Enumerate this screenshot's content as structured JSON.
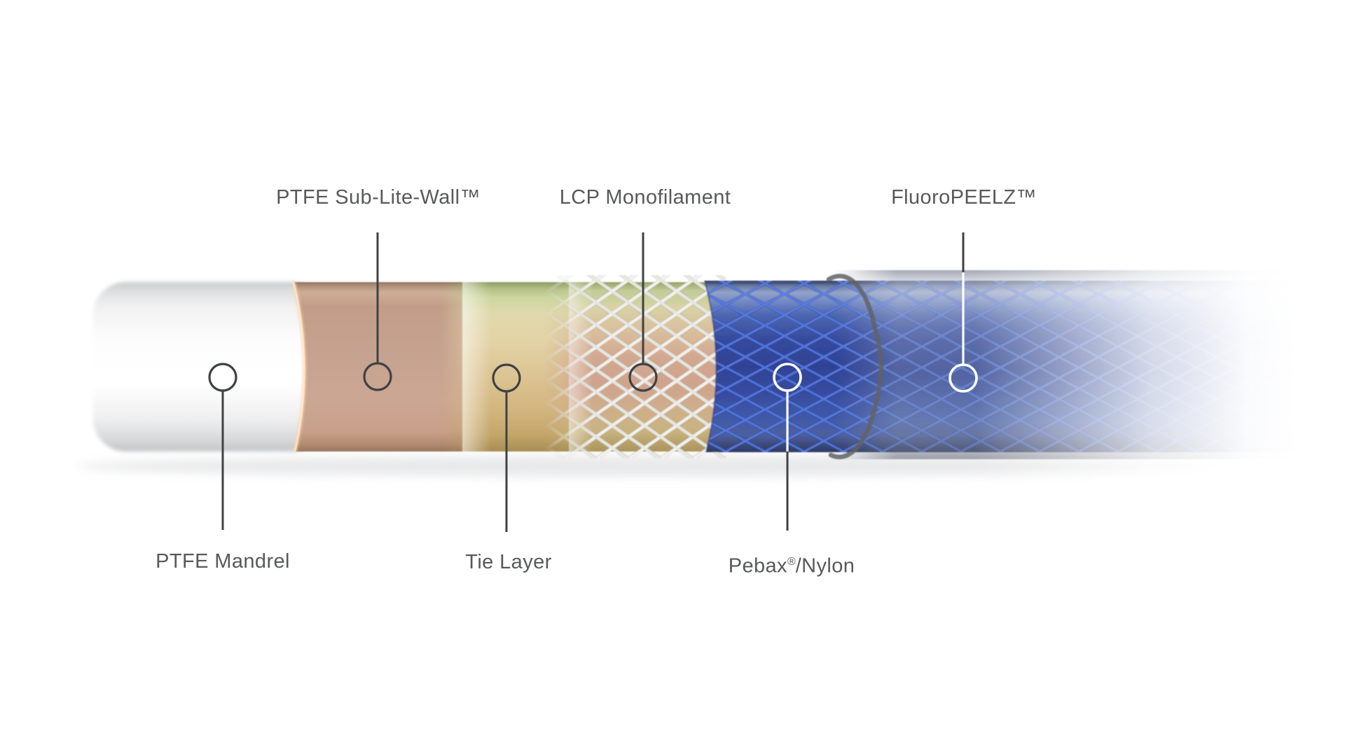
{
  "diagram": {
    "type": "layered-catheter-tube-callout",
    "background": "#ffffff",
    "label_color": "#58595b",
    "callout_line_color_dark": "#3f4245",
    "callout_line_color_light": "#ffffff",
    "layers": [
      {
        "name": "ptfe-mandrel",
        "label": "PTFE Mandrel",
        "label_position": "bottom",
        "color": "#f6f6f7"
      },
      {
        "name": "ptfe-sub-lite-wall",
        "label": "PTFE Sub-Lite-Wall™",
        "label_position": "top",
        "color": "#c7a28f"
      },
      {
        "name": "tie-layer",
        "label": "Tie Layer",
        "label_position": "bottom",
        "color": "#ddd0a0"
      },
      {
        "name": "lcp-monofilament",
        "label": "LCP Monofilament",
        "label_position": "top",
        "color": "#edece8"
      },
      {
        "name": "pebax-nylon",
        "label_pre": "Pebax",
        "label_sup": "®",
        "label_post": "/Nylon",
        "label_position": "bottom",
        "color": "#32489b"
      },
      {
        "name": "fluoropeelz",
        "label": "FluoroPEELZ™",
        "label_position": "top",
        "color": "#8d99b8"
      }
    ]
  }
}
